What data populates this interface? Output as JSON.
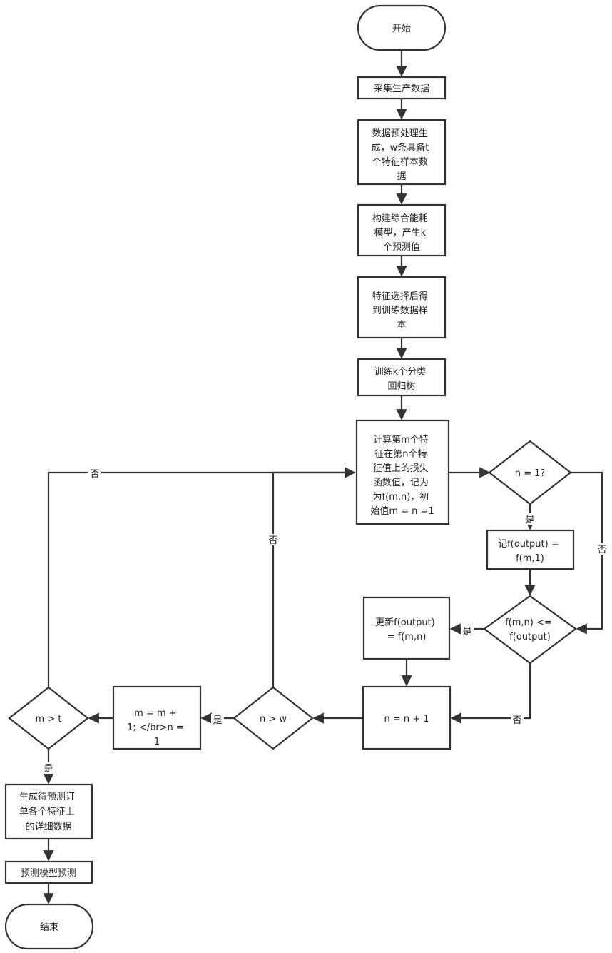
{
  "nodes": {
    "start": {
      "label": "开始"
    },
    "collect": {
      "label": "采集生产数据"
    },
    "preprocess": {
      "lines": [
        "数据预处理生",
        "成，w条具备t",
        "个特征样本数",
        "据"
      ]
    },
    "build_model": {
      "lines": [
        "构建综合能耗",
        "模型，产生k",
        "个预测值"
      ]
    },
    "feature_select": {
      "lines": [
        "特征选择后得",
        "到训练数据样",
        "本"
      ]
    },
    "train": {
      "lines": [
        "训练k个分类",
        "回归树"
      ]
    },
    "compute": {
      "lines": [
        "计算第m个特",
        "征在第n个特",
        "征值上的损失",
        "函数值，记为",
        "为f(m,n)，初",
        "始值m = n =1"
      ]
    },
    "dec_n1": {
      "label": "n = 1?"
    },
    "record": {
      "lines": [
        "记f(output) =",
        "f(m,1)"
      ]
    },
    "dec_cmp": {
      "lines": [
        "f(m,n) <=",
        "f(output)"
      ]
    },
    "update": {
      "lines": [
        "更新f(output)",
        "= f(m,n)"
      ]
    },
    "inc_n": {
      "label": "n = n + 1"
    },
    "dec_nw": {
      "label": "n > w"
    },
    "inc_m": {
      "lines": [
        "m = m +",
        "1;  </br>n =",
        "1"
      ]
    },
    "dec_mt": {
      "label": "m > t"
    },
    "gen_order": {
      "lines": [
        "生成待预测订",
        "单各个特征上",
        "的详细数据"
      ]
    },
    "predict": {
      "label": "预测模型预测"
    },
    "end": {
      "label": "结束"
    }
  },
  "edge_labels": {
    "yes": "是",
    "no": "否"
  }
}
